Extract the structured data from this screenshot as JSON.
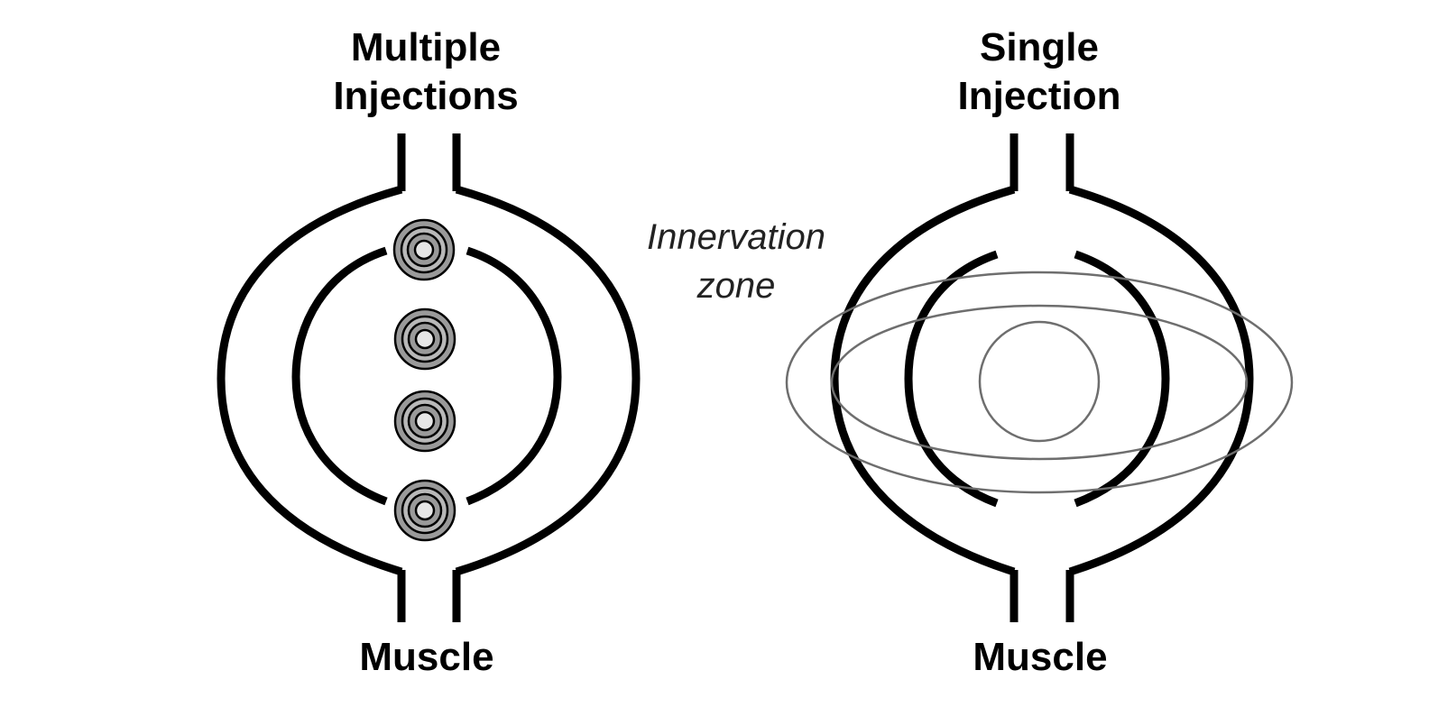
{
  "left_panel": {
    "title_line1": "Multiple",
    "title_line2": "Injections",
    "bottom_label": "Muscle"
  },
  "right_panel": {
    "title_line1": "Single",
    "title_line2": "Injection",
    "bottom_label": "Muscle"
  },
  "center_annotation": {
    "line1": "Innervation",
    "line2": "zone"
  },
  "colors": {
    "outline": "#000000",
    "injection_fill": "#9a9a9a",
    "diffusion_ring": "#6e6e6e"
  }
}
